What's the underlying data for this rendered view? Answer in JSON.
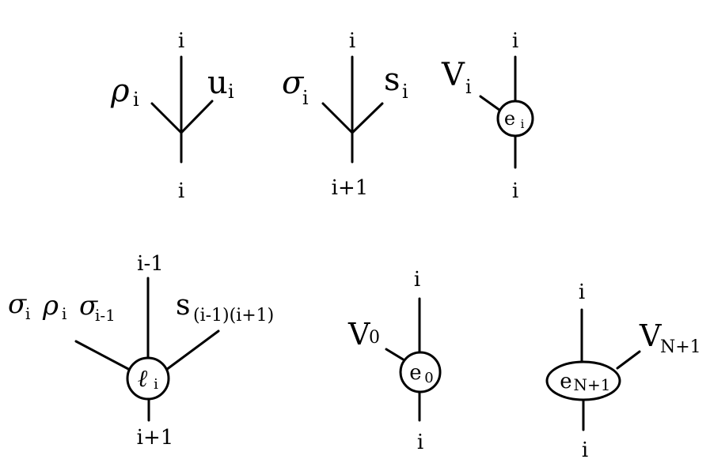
{
  "diagrams": [
    {
      "id": "rho-u-vertex",
      "top_label": "i",
      "bottom_label": "i",
      "left_symbol": "ρ",
      "left_sub": "i",
      "right_symbol": "u",
      "right_sub": "i"
    },
    {
      "id": "sigma-s-vertex",
      "top_label": "i",
      "bottom_label": "i+1",
      "left_symbol": "σ",
      "left_sub": "i",
      "right_symbol": "s",
      "right_sub": "i"
    },
    {
      "id": "e-i-node",
      "top_label": "i",
      "bottom_label": "i",
      "node_symbol": "e",
      "node_sub": "i",
      "leg_symbol": "V",
      "leg_sub": "i"
    },
    {
      "id": "l-i-node",
      "top_label": "i-1",
      "bottom_label": "i+1",
      "node_symbol": "ℓ",
      "node_sub": "i",
      "left_labels": [
        {
          "symbol": "σ",
          "sub": "i"
        },
        {
          "symbol": "ρ",
          "sub": "i"
        },
        {
          "symbol": "σ",
          "sub": "i-1"
        }
      ],
      "right_symbol": "s",
      "right_sub": "(i-1)(i+1)"
    },
    {
      "id": "e-0-node",
      "top_label": "i",
      "bottom_label": "i",
      "node_symbol": "e",
      "node_sub": "0",
      "leg_symbol": "V",
      "leg_sub": "0"
    },
    {
      "id": "e-N1-node",
      "top_label": "i",
      "bottom_label": "i",
      "node_symbol": "e",
      "node_sub": "N+1",
      "leg_symbol": "V",
      "leg_sub": "N+1"
    }
  ]
}
